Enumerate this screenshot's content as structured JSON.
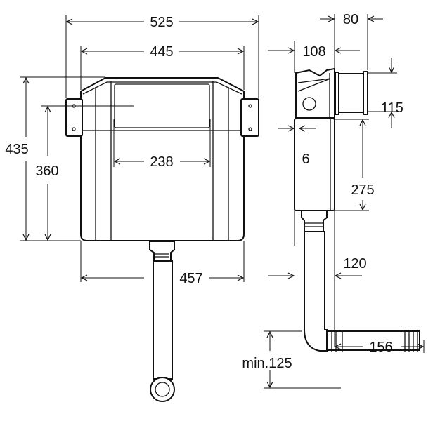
{
  "front_view": {
    "overall_width": "525",
    "body_width": "445",
    "inner_width": "238",
    "base_width": "457",
    "overall_height": "435",
    "fixing_height": "360"
  },
  "side_view": {
    "outlet_depth": "80",
    "body_depth": "108",
    "outlet_height": "115",
    "wall_gap": "6",
    "outlet_to_base": "275",
    "base_depth": "120",
    "pan_connector_length": "156",
    "min_drop": "min.125"
  }
}
